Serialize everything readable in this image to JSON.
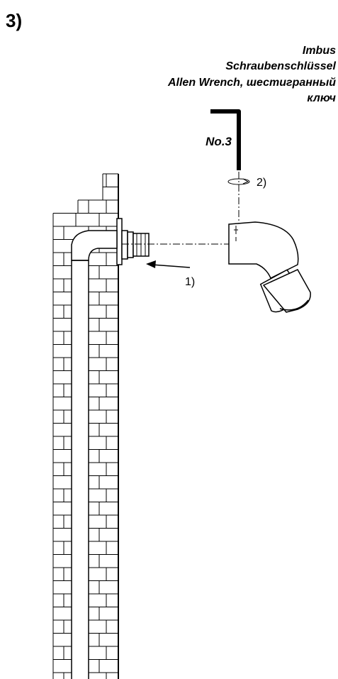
{
  "step": {
    "number": "3)"
  },
  "tool": {
    "label_lines": [
      "Imbus",
      "Schraubenschlüssel",
      "Allen Wrench, шестигранный",
      "ключ"
    ],
    "size": "No.3"
  },
  "steps": {
    "push": "1)",
    "rotate": "2)"
  }
}
